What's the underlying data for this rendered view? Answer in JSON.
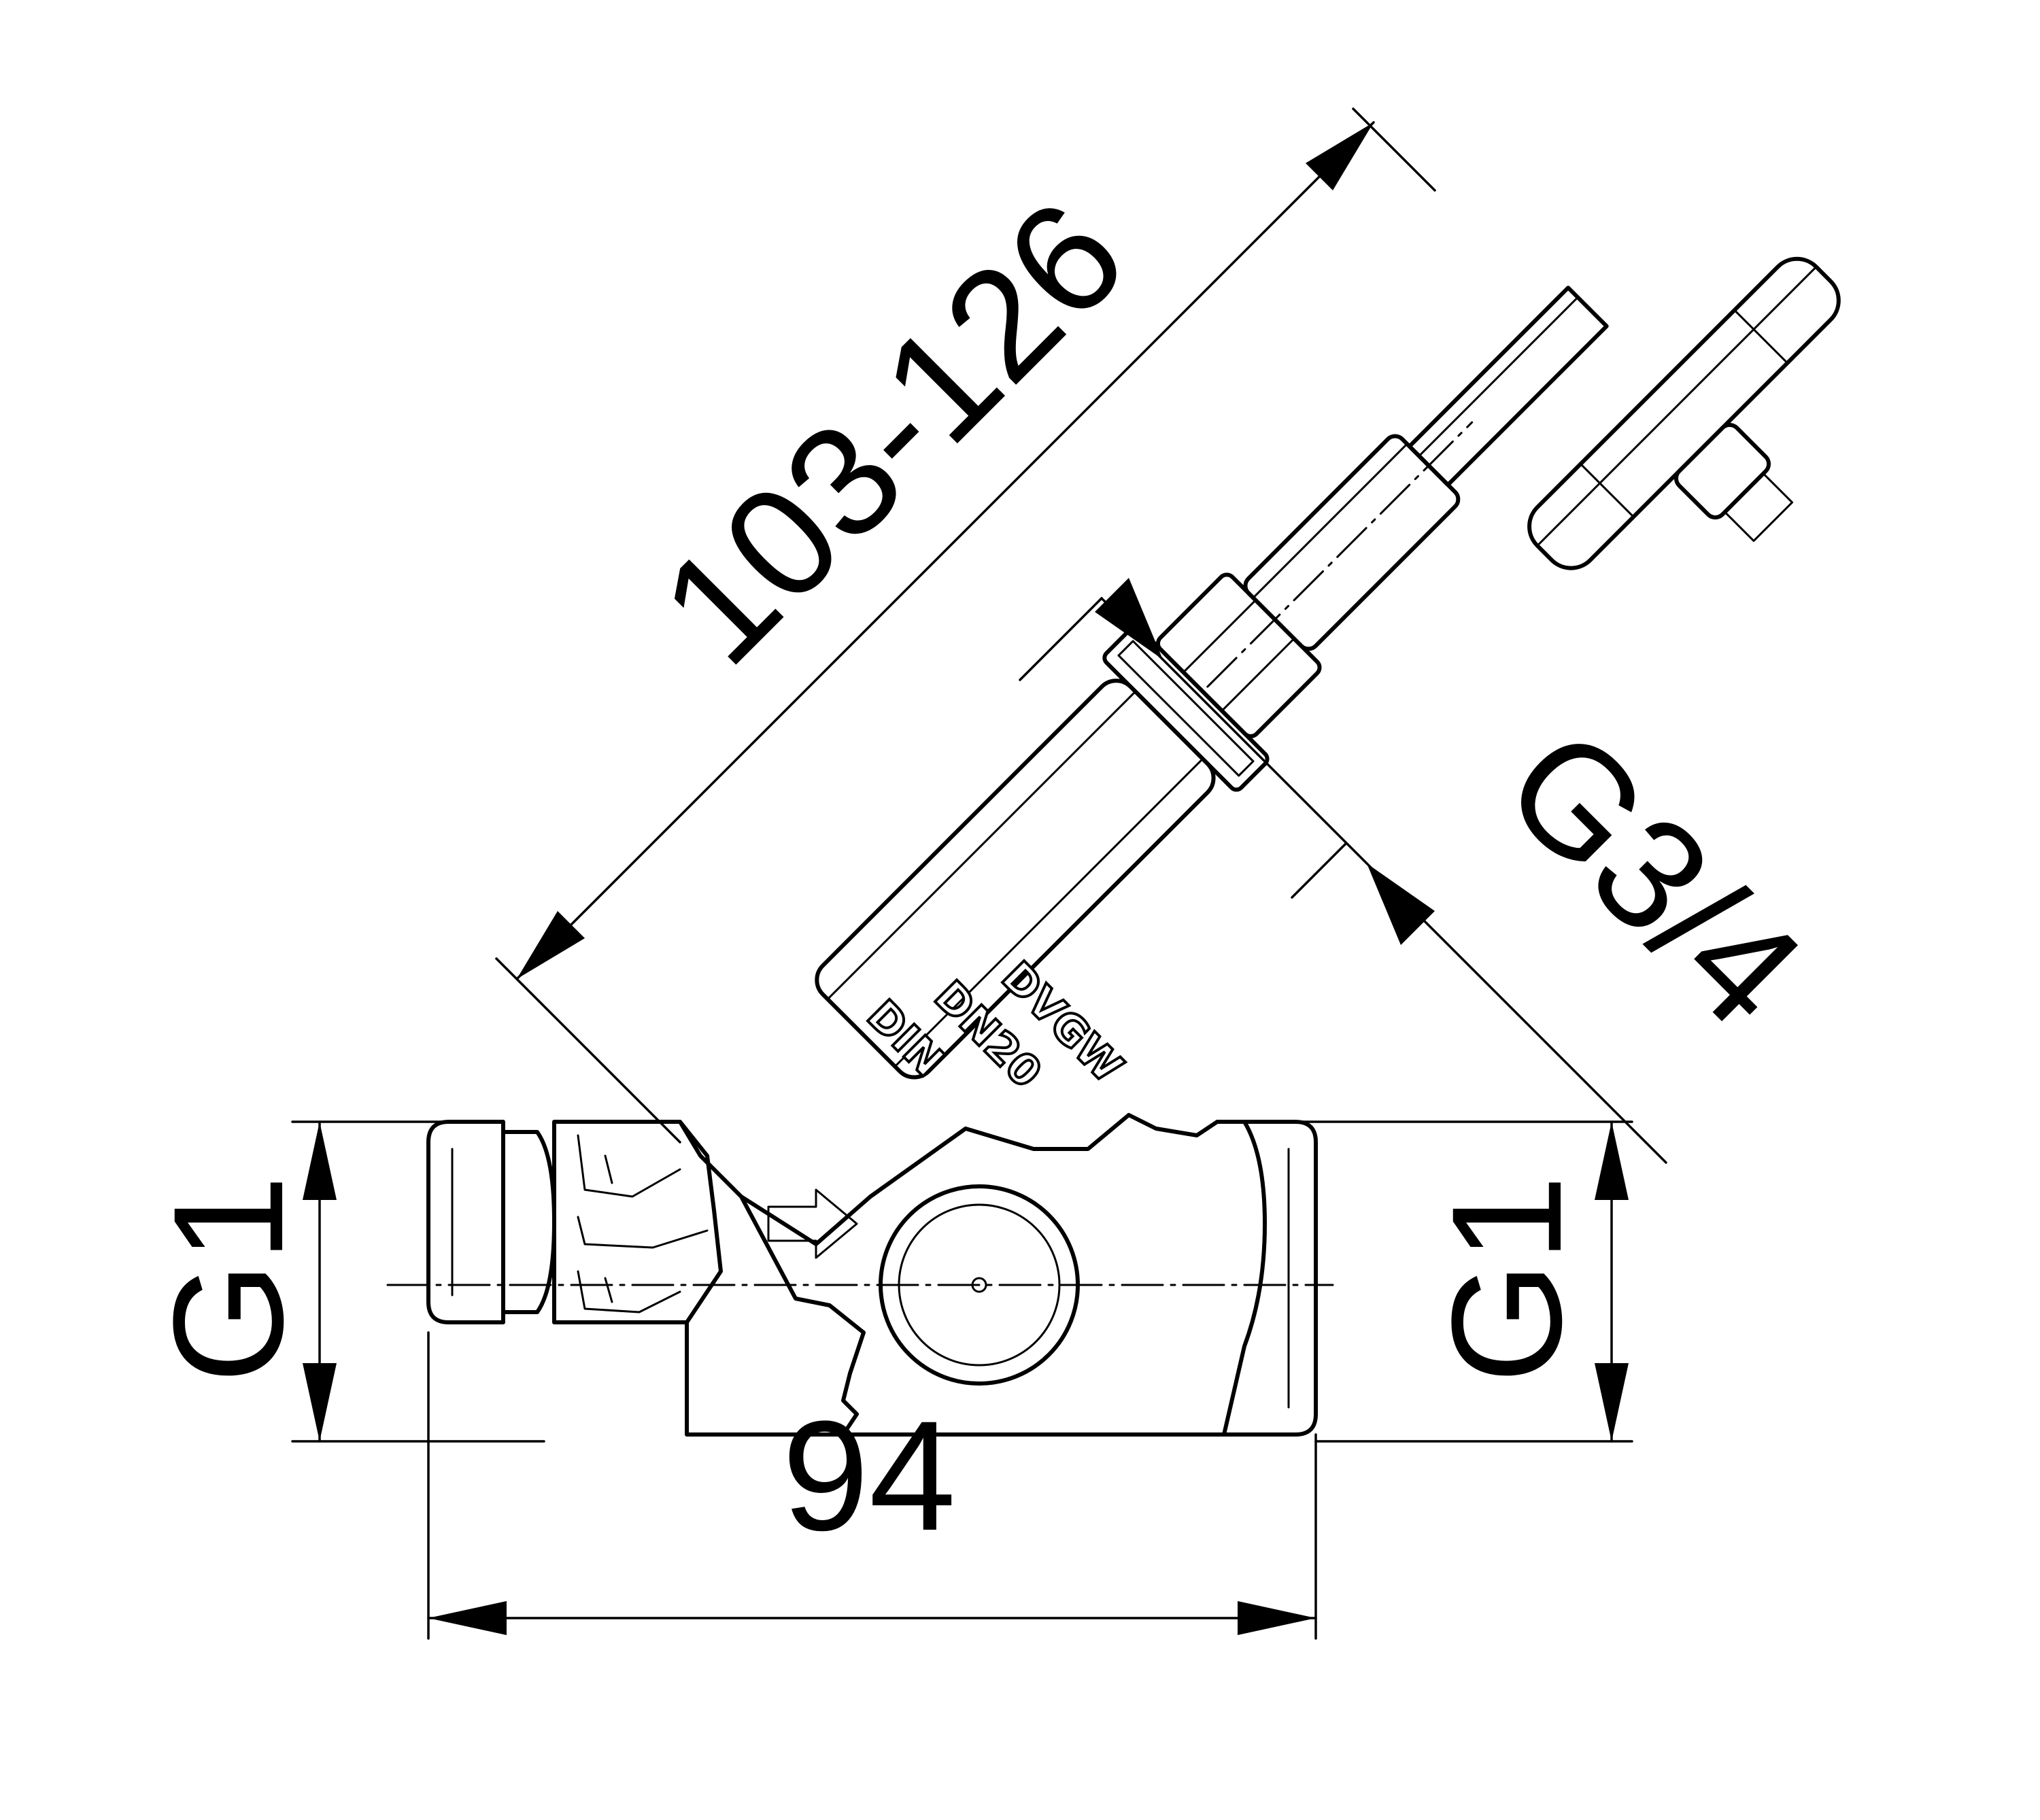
{
  "dimensions": {
    "overall_length": "94",
    "inlet_thread": "G1",
    "outlet_thread": "G1",
    "bonnet_thread": "G3/4",
    "stem_height": "103-126"
  },
  "body_markings": {
    "line1": "DVGW",
    "line2": "DN20",
    "line3": "DIN"
  },
  "flow_arrow_icon": "arrow-right-icon"
}
